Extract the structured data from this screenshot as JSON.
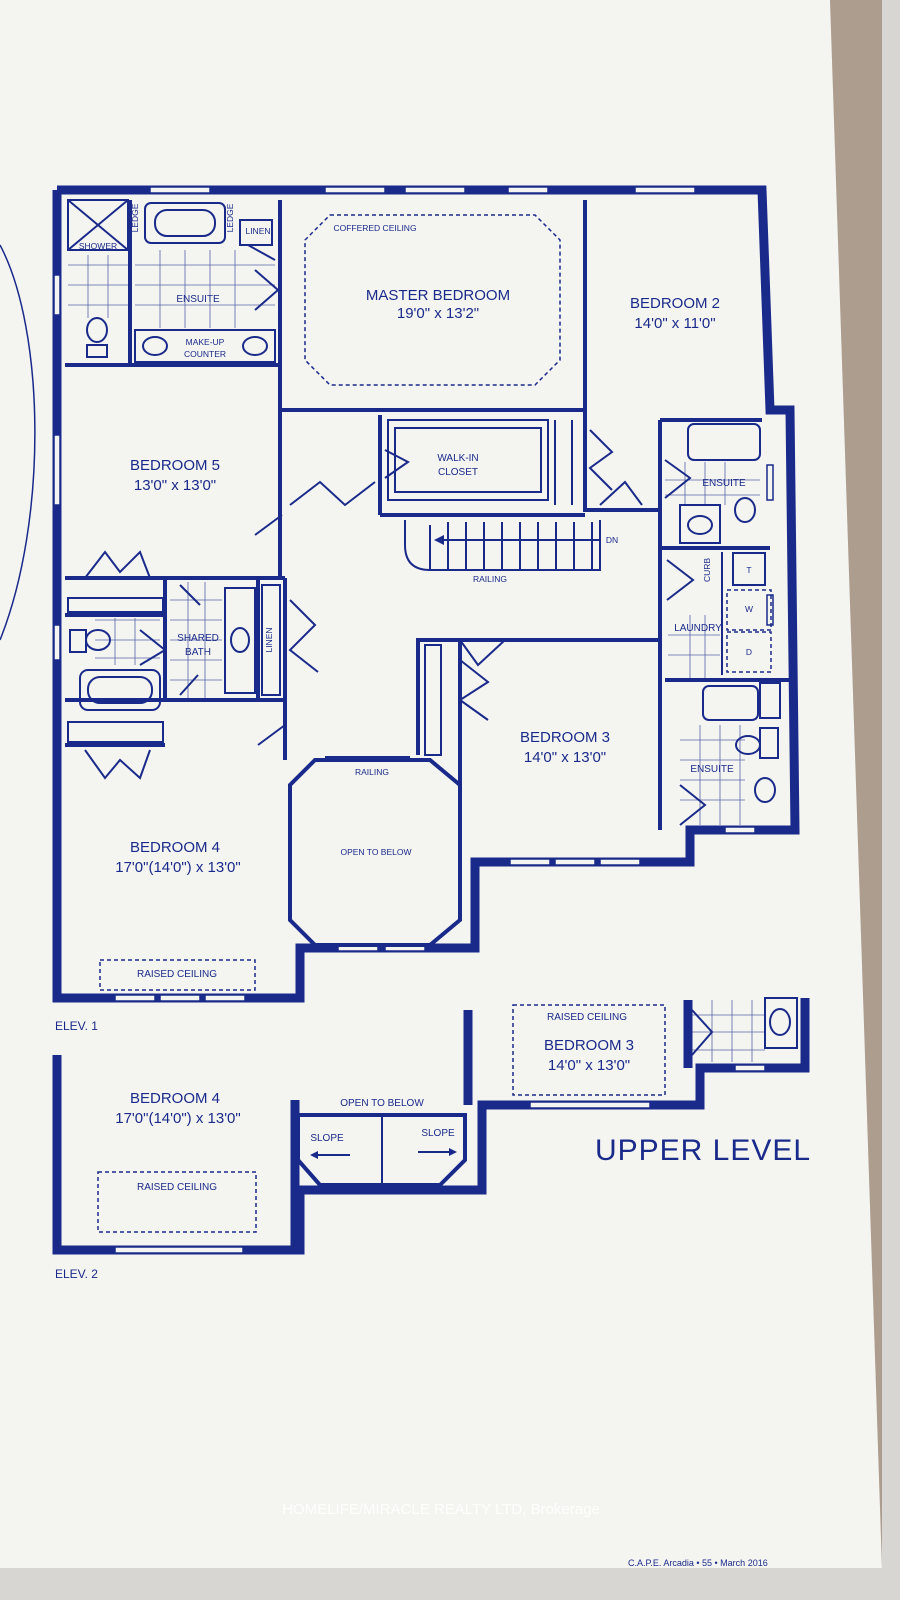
{
  "plan_title": "UPPER LEVEL",
  "elevation_1": {
    "label": "ELEV. 1",
    "rooms": {
      "master_bedroom": {
        "name": "MASTER BEDROOM",
        "dimensions": "19'0\" x 13'2\"",
        "note": "COFFERED CEILING"
      },
      "bedroom_2": {
        "name": "BEDROOM 2",
        "dimensions": "14'0\" x 11'0\""
      },
      "bedroom_3": {
        "name": "BEDROOM 3",
        "dimensions": "14'0\" x 13'0\""
      },
      "bedroom_4": {
        "name": "BEDROOM 4",
        "dimensions": "17'0\"(14'0\") x 13'0\"",
        "note": "RAISED CEILING"
      },
      "bedroom_5": {
        "name": "BEDROOM 5",
        "dimensions": "13'0\" x 13'0\""
      },
      "walk_in_closet": {
        "line1": "WALK-IN",
        "line2": "CLOSET"
      },
      "shared_bath": {
        "line1": "SHARED",
        "line2": "BATH"
      },
      "open_to_below": "OPEN TO BELOW",
      "laundry": "LAUNDRY"
    },
    "labels": {
      "ensuite_master": "ENSUITE",
      "ensuite_bed2": "ENSUITE",
      "ensuite_bed3": "ENSUITE",
      "shower": "SHOWER",
      "ledge_left": "LEDGE",
      "ledge_right": "LEDGE",
      "linen_master": "LINEN",
      "linen_hall": "LINEN",
      "makeup_line1": "MAKE-UP",
      "makeup_line2": "COUNTER",
      "railing_stair": "RAILING",
      "railing_open": "RAILING",
      "stair_dn": "DN",
      "curb": "CURB",
      "washer": "W",
      "dryer": "D",
      "tub": "T"
    }
  },
  "elevation_2": {
    "label": "ELEV. 2",
    "bedroom_4": {
      "name": "BEDROOM 4",
      "dimensions": "17'0\"(14'0\") x 13'0\"",
      "note": "RAISED CEILING"
    },
    "bedroom_3": {
      "name": "BEDROOM 3",
      "dimensions": "14'0\" x 13'0\"",
      "note": "RAISED CEILING"
    },
    "open_to_below": "OPEN TO BELOW",
    "slope_left": "SLOPE",
    "slope_right": "SLOPE"
  },
  "footer_text": "C.A.P.E. Arcadia • 55 • March 2016",
  "watermark": "HOMELIFE/MIRACLE REALTY LTD, Brokerage",
  "colors": {
    "ink": "#1a2a8a",
    "paper": "#f4f4f1",
    "background": "#d8d6d2"
  }
}
